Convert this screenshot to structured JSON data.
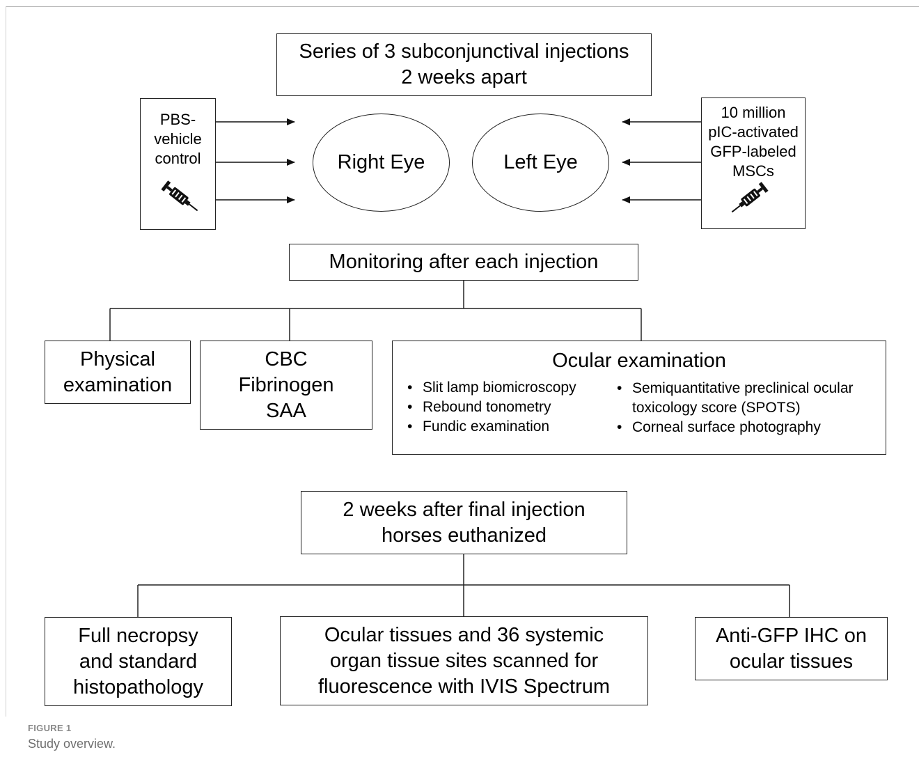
{
  "injections": {
    "line1": "Series of 3 subconjunctival injections",
    "line2": "2 weeks apart"
  },
  "control": {
    "line1": "PBS-",
    "line2": "vehicle",
    "line3": "control"
  },
  "treatment": {
    "line1": "10 million",
    "line2": "pIC-activated",
    "line3": "GFP-labeled",
    "line4": "MSCs"
  },
  "eyes": {
    "right": "Right Eye",
    "left": "Left Eye"
  },
  "monitoring": "Monitoring after each injection",
  "physical": {
    "line1": "Physical",
    "line2": "examination"
  },
  "labs": {
    "line1": "CBC",
    "line2": "Fibrinogen",
    "line3": "SAA"
  },
  "ocular": {
    "title": "Ocular examination",
    "bullet_symbol": "•",
    "left_items": [
      "Slit lamp biomicroscopy",
      "Rebound tonometry",
      "Fundic examination"
    ],
    "right_item1_line1": "Semiquantitative preclinical ocular",
    "right_item1_line2": "toxicology score (SPOTS)",
    "right_item2": "Corneal surface photography"
  },
  "euthanasia": {
    "line1": "2 weeks after final injection",
    "line2": "horses euthanized"
  },
  "necropsy": {
    "line1": "Full necropsy",
    "line2": "and standard",
    "line3": "histopathology"
  },
  "ivis": {
    "line1": "Ocular tissues and 36 systemic",
    "line2": "organ tissue sites scanned for",
    "line3": "fluorescence with IVIS Spectrum"
  },
  "ihc": {
    "line1": "Anti-GFP IHC on",
    "line2": "ocular tissues"
  },
  "caption": {
    "label": "FIGURE 1",
    "text": "Study overview."
  },
  "icons": {
    "syringe": "syringe-icon"
  },
  "colors": {
    "stroke": "#222222",
    "caption": "#6f6f6f"
  }
}
